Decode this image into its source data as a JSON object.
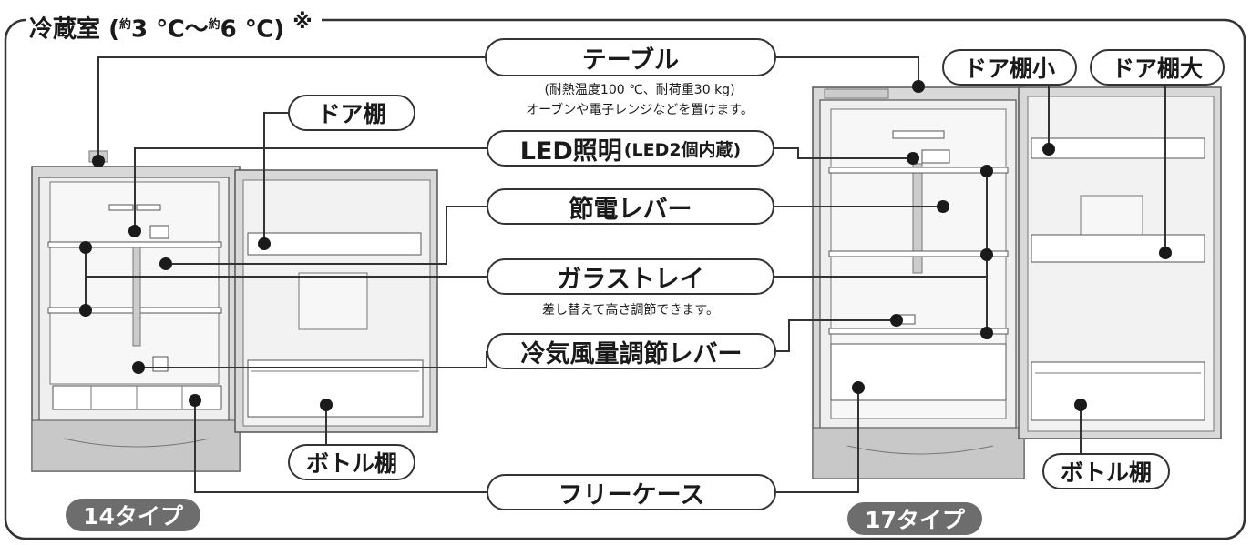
{
  "section": {
    "name": "冷蔵室",
    "open_paren": "(",
    "approx1": "約",
    "temp1": "3 ℃",
    "tilde": "〜",
    "approx2": "約",
    "temp2": "6 ℃",
    "close_paren": ")",
    "note_mark": "※"
  },
  "labels": {
    "table": "テーブル",
    "table_note_1": "(耐熱温度100 ℃、耐荷重30 kg)",
    "table_note_2": "オーブンや電子レンジなどを置けます。",
    "door_shelf": "ドア棚",
    "led": "LED照明",
    "led_sub": "(LED2個内蔵)",
    "power_lever": "節電レバー",
    "glass_tray": "ガラストレイ",
    "glass_tray_note": "差し替えて高さ調節できます。",
    "cold_air_lever": "冷気風量調節レバー",
    "bottle_shelf_left": "ボトル棚",
    "bottle_shelf_right": "ボトル棚",
    "free_case": "フリーケース",
    "door_shelf_small": "ドア棚小",
    "door_shelf_large": "ドア棚大"
  },
  "types": {
    "left": "14タイプ",
    "right": "17タイプ"
  },
  "colors": {
    "badge_fill": "#6d6d6d",
    "line": "#333333",
    "fridge_gray": "#d6d6d6"
  }
}
